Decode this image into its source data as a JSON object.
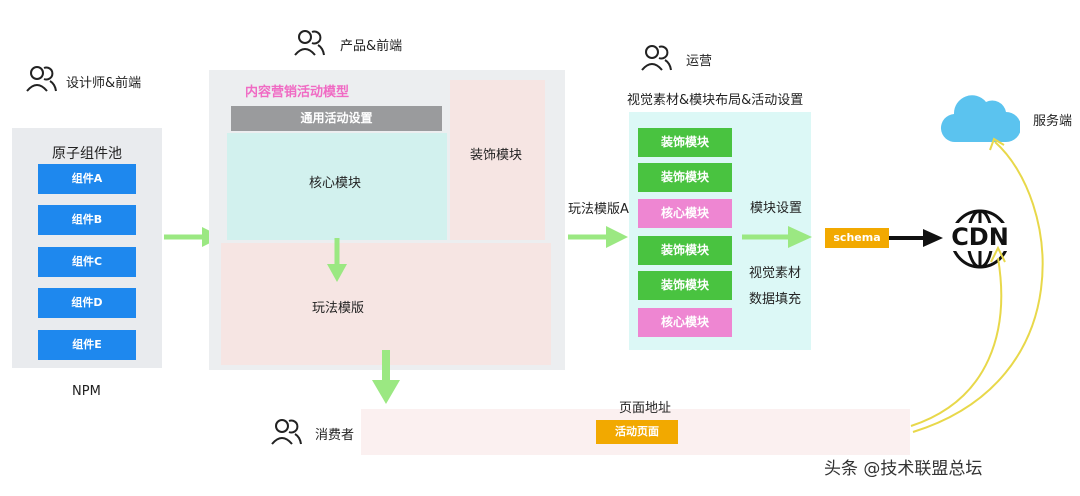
{
  "roles": {
    "designer_frontend": "设计师&前端",
    "product_frontend": "产品&前端",
    "operations": "运营",
    "consumer": "消费者",
    "server": "服务端"
  },
  "pool": {
    "title": "原子组件池",
    "components": [
      "组件A",
      "组件B",
      "组件C",
      "组件D",
      "组件E"
    ],
    "footer": "NPM"
  },
  "model": {
    "title": "内容营销活动模型",
    "common_settings": "通用活动设置",
    "core_module": "核心模块",
    "decoration_module": "装饰模块",
    "gameplay_template": "玩法模版"
  },
  "operations_panel": {
    "header": "视觉素材&模块布局&活动设置",
    "template_label": "玩法模版A",
    "modules": [
      "装饰模块",
      "装饰模块",
      "核心模块",
      "装饰模块",
      "装饰模块",
      "核心模块"
    ],
    "module_settings": "模块设置",
    "visual_assets": "视觉素材",
    "data_fill": "数据填充"
  },
  "output": {
    "schema": "schema",
    "cdn": "CDN",
    "page_address": "页面地址",
    "activity_page": "活动页面"
  },
  "footer": {
    "watermark": "头条 @技术联盟总坛"
  },
  "colors": {
    "component_blue": "#1e88ee",
    "green_module": "#49c340",
    "pink_module": "#ee86d2",
    "arrow_green": "#9be882",
    "badge_orange": "#f2a900",
    "curve_yellow": "#e8d84a",
    "cloud_blue": "#5bc3ef",
    "title_pink": "#f06bc4"
  },
  "icons": [
    "people-icon",
    "cloud-icon",
    "globe-icon"
  ]
}
